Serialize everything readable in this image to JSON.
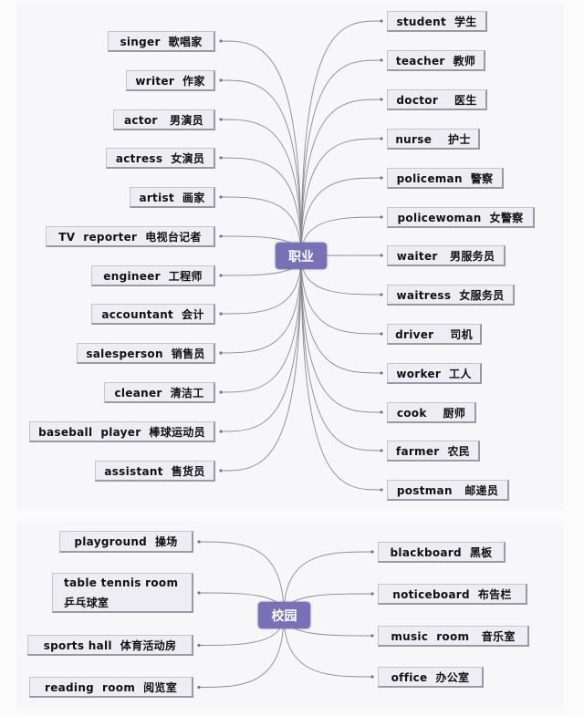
{
  "jobs": {
    "center": "职业",
    "left": [
      "singer  歌唱家",
      "writer  作家",
      "actor   男演员",
      "actress  女演员",
      "artist  画家",
      "TV  reporter  电视台记者",
      "engineer  工程师",
      "accountant  会计",
      "salesperson  销售员",
      "cleaner  清洁工",
      "baseball  player  棒球运动员",
      "assistant  售货员"
    ],
    "right": [
      "student  学生",
      "teacher  教师",
      "doctor    医生",
      "nurse    护士",
      "policeman  警察",
      "policewoman  女警察",
      "waiter   男服务员",
      "waitress  女服务员",
      "driver    司机",
      "worker  工人",
      "cook    厨师",
      "farmer  农民",
      "postman   邮递员"
    ]
  },
  "campus": {
    "center": "校园",
    "left": [
      {
        "en": "playground  操场"
      },
      {
        "en": "table tennis room",
        "zh": "乒乓球室"
      },
      {
        "en": "sports hall  体育活动房"
      },
      {
        "en": "reading  room  阅览室"
      }
    ],
    "right": [
      "blackboard  黑板",
      "noticeboard  布告栏",
      "music  room   音乐室",
      "office  办公室"
    ]
  },
  "colors": {
    "node": "#7a70b6",
    "line": "#8a8a94"
  }
}
